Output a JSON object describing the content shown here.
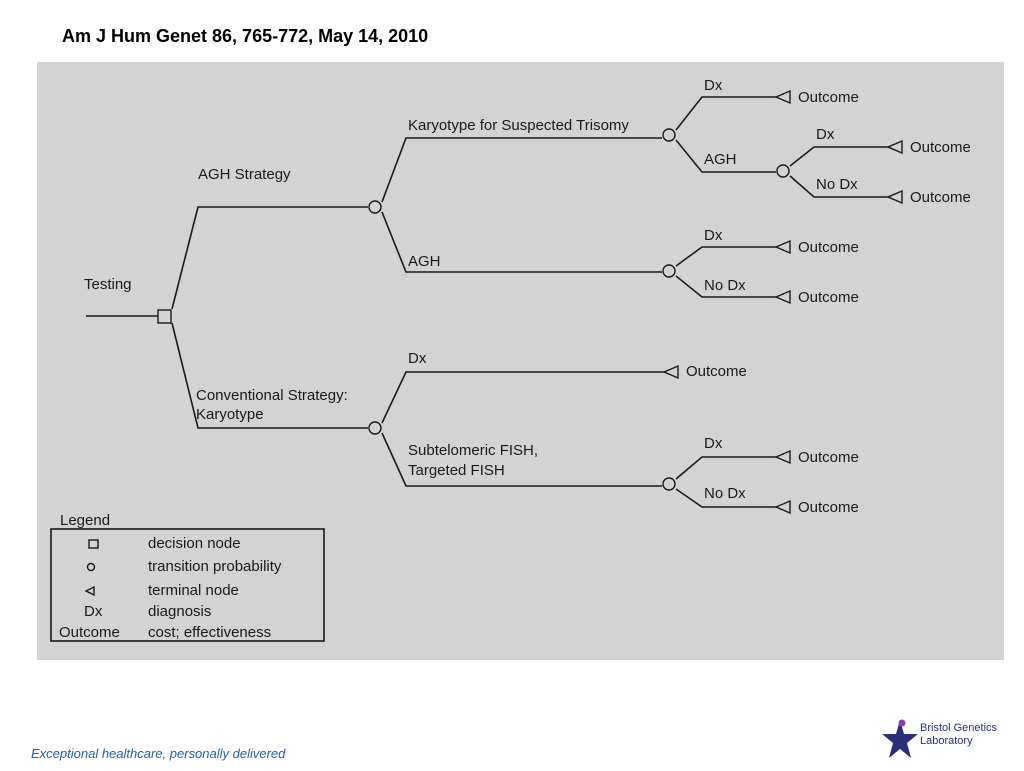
{
  "header": {
    "citation": "Am J Hum Genet 86, 765-772, May 14, 2010"
  },
  "tree": {
    "root": "Testing",
    "agh_strategy": "AGH Strategy",
    "karyotype_suspected_trisomy": "Karyotype for Suspected Trisomy",
    "agh": "AGH",
    "conventional_line1": "Conventional Strategy:",
    "conventional_line2": "Karyotype",
    "subtelomeric_line1": "Subtelomeric FISH,",
    "subtelomeric_line2": "Targeted FISH",
    "dx": "Dx",
    "no_dx": "No Dx",
    "outcome": "Outcome"
  },
  "legend": {
    "title": "Legend",
    "items": [
      {
        "symbol_name": "square-node-icon",
        "label": "decision node"
      },
      {
        "symbol_name": "circle-node-icon",
        "label": "transition probability"
      },
      {
        "symbol_name": "triangle-node-icon",
        "label": "terminal node"
      },
      {
        "symbol": "Dx",
        "label": "diagnosis"
      },
      {
        "symbol": "Outcome",
        "label": "cost; effectiveness"
      }
    ]
  },
  "footer": {
    "tagline": "Exceptional healthcare, personally delivered",
    "logo_line1": "Bristol Genetics",
    "logo_line2": "Laboratory"
  },
  "colors": {
    "panel_background": "#d3d3d3",
    "tagline_color": "#1f5faf",
    "logo_color": "#2b2f7a"
  }
}
